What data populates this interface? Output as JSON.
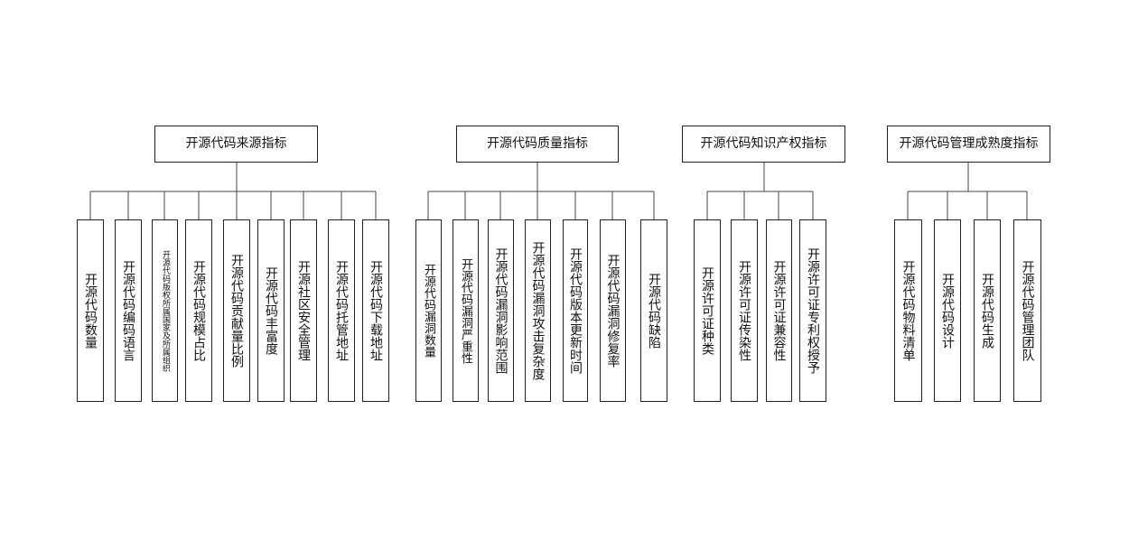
{
  "groups": [
    {
      "title": "开源代码来源指标",
      "children": [
        "开源代码数量",
        "开源代码编码语言",
        "开源代码版权所属国家及所属组织",
        "开源代码规模占比",
        "开源代码贡献量比例",
        "开源代码丰富度",
        "开源社区安全管理",
        "开源代码托管地址",
        "开源代码下载地址"
      ]
    },
    {
      "title": "开源代码质量指标",
      "children": [
        "开源代码漏洞数量",
        "开源代码漏洞严重性",
        "开源代码漏洞影响范围",
        "开源代码漏洞攻击复杂度",
        "开源代码版本更新时间",
        "开源代码漏洞修复率",
        "开源代码缺陷"
      ]
    },
    {
      "title": "开源代码知识产权指标",
      "children": [
        "开源许可证种类",
        "开源许可证传染性",
        "开源许可证兼容性",
        "开源许可证专利权授予"
      ]
    },
    {
      "title": "开源代码管理成熟度指标",
      "children": [
        "开源代码物料清单",
        "开源代码设计",
        "开源代码生成",
        "开源代码管理团队"
      ]
    }
  ]
}
